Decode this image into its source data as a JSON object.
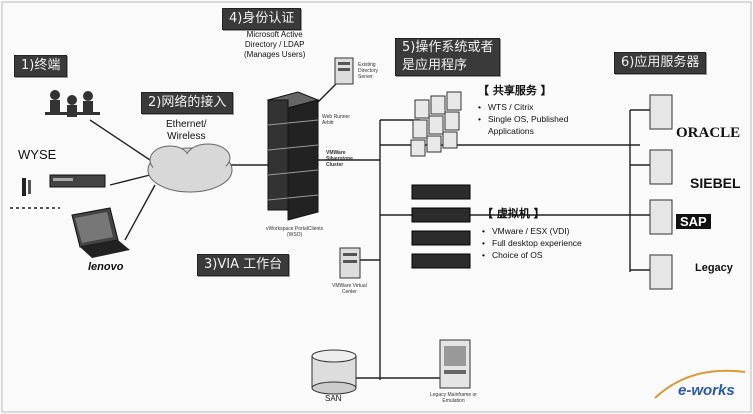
{
  "callouts": {
    "terminal": "1)终端",
    "network": "2)网络的接入",
    "identity": "4)身份认证",
    "os_app": "5)操作系统或者\n是应用程序",
    "app_servers": "6)应用服务器",
    "via": "3)VIA 工作台"
  },
  "devices": {
    "wyse": "WYSE",
    "lenovo": "lenovo",
    "network_cloud": "Ethernet/\nWireless"
  },
  "identity_text": "Microsoft Active\nDirectory / LDAP\n(Manages Users)",
  "existing_dir_server": "Existing\nDirectory\nServer",
  "web_runner": "Web Runner\nArbitr",
  "vmware_cluster": "VMWare\nSilverstone\nCluster",
  "vworkspace": "vWorkspace PortalClients\n(WSO)",
  "vmware_center": "VMWare Virtual\nCenter",
  "shared": {
    "heading": "【 共享服务 】",
    "items": [
      "WTS / Citrix",
      "Single OS, Published Applications"
    ]
  },
  "virtual": {
    "heading": "【 虚拟机 】",
    "items": [
      "VMware / ESX (VDI)",
      "Full desktop experience",
      "Choice of OS"
    ]
  },
  "app_brands": [
    "ORACLE",
    "SIEBEL",
    "SAP",
    "Legacy"
  ],
  "san": "SAN",
  "legacy_mainframe": "Legacy Mainframe or\nEmulation",
  "watermark": "e-works"
}
